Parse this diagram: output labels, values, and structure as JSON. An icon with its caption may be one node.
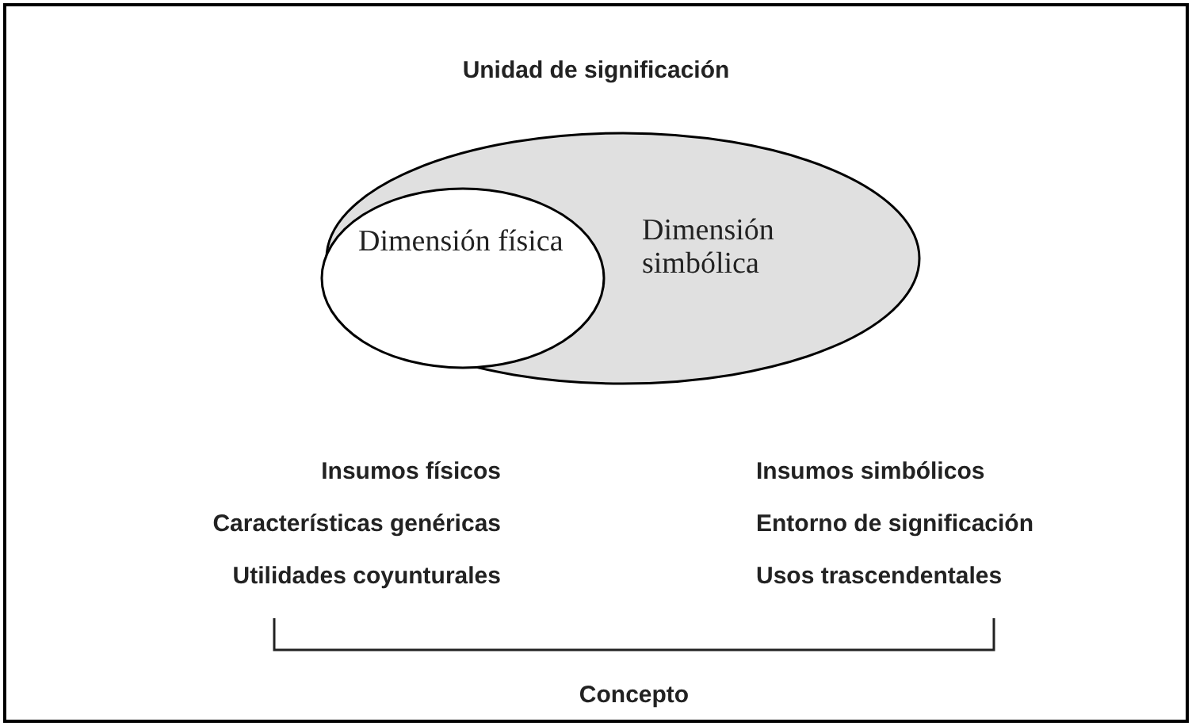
{
  "diagram": {
    "title": "Unidad de significación",
    "nodes": [
      {
        "text": [
          "Dimensión simbólica"
        ]
      },
      {
        "text": [
          "Dimensión física"
        ],
        "in": 0
      }
    ],
    "labels": [
      "Insumos físicos",
      "Insumos simbólicos",
      "Características genéricas",
      "Entorno de significación",
      "Utilidades coyunturales",
      "Usos trascendentales",
      "Concepto"
    ]
  }
}
